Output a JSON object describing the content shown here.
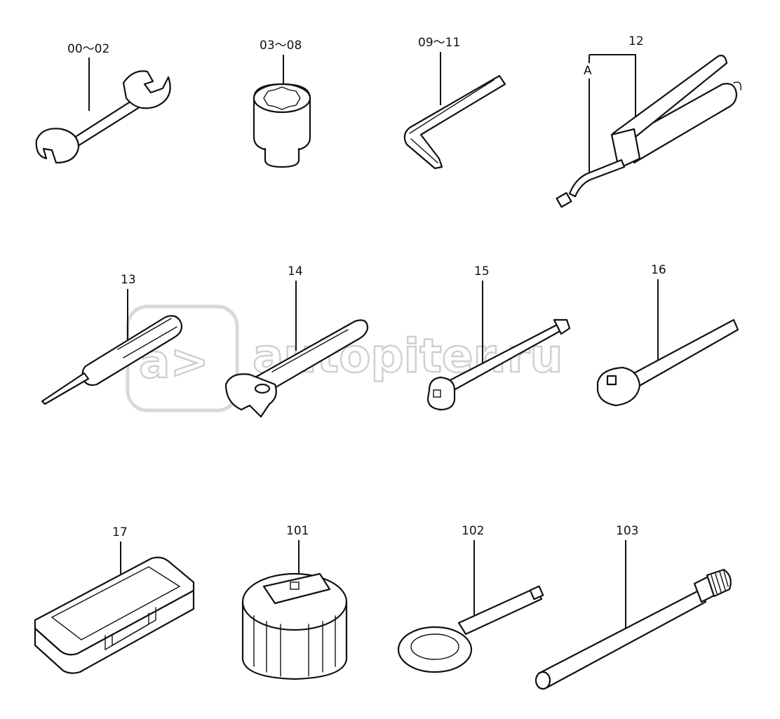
{
  "callouts": {
    "p00_02": "00～02",
    "p03_08": "03～08",
    "p09_11": "09～11",
    "p12": "12",
    "pA": "A",
    "p13": "13",
    "p14": "14",
    "p15": "15",
    "p16": "16",
    "p17": "17",
    "p101": "101",
    "p102": "102",
    "p103": "103"
  },
  "watermark": {
    "mark": "a>",
    "text": "autopiter.ru"
  }
}
